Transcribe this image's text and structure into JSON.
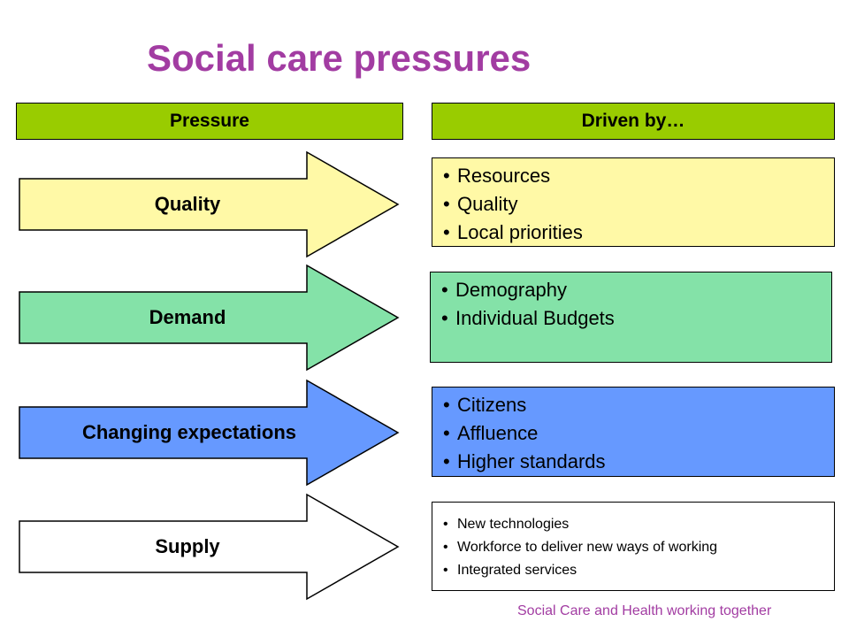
{
  "title": "Social care pressures",
  "headers": {
    "pressure": "Pressure",
    "driven_by": "Driven by…"
  },
  "rows": [
    {
      "pressure": "Quality",
      "color": "#fff9a6",
      "drivers": [
        "Resources",
        "Quality",
        "Local priorities"
      ]
    },
    {
      "pressure": "Demand",
      "color": "#84e2a8",
      "drivers": [
        "Demography",
        "Individual Budgets"
      ]
    },
    {
      "pressure": "Changing expectations",
      "color": "#6699ff",
      "drivers": [
        "Citizens",
        "Affluence",
        "Higher standards"
      ]
    },
    {
      "pressure": "Supply",
      "color": "#ffffff",
      "drivers": [
        "New technologies",
        "Workforce to deliver new ways of working",
        "Integrated services"
      ]
    }
  ],
  "header_color": "#99cc00",
  "title_color": "#a23ca2",
  "footer": "Social Care and Health working together"
}
